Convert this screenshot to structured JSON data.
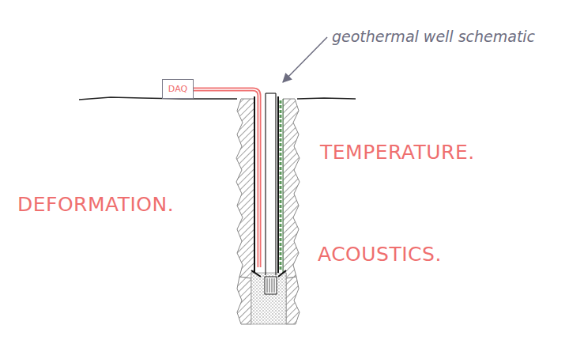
{
  "diagram": {
    "nodes": [
      {
        "text": [
          "DAQ"
        ]
      }
    ],
    "labels": [
      "geothermal well schematic",
      "TEMPERATURE.",
      "DEFORMATION.",
      "ACOUSTICS."
    ]
  }
}
